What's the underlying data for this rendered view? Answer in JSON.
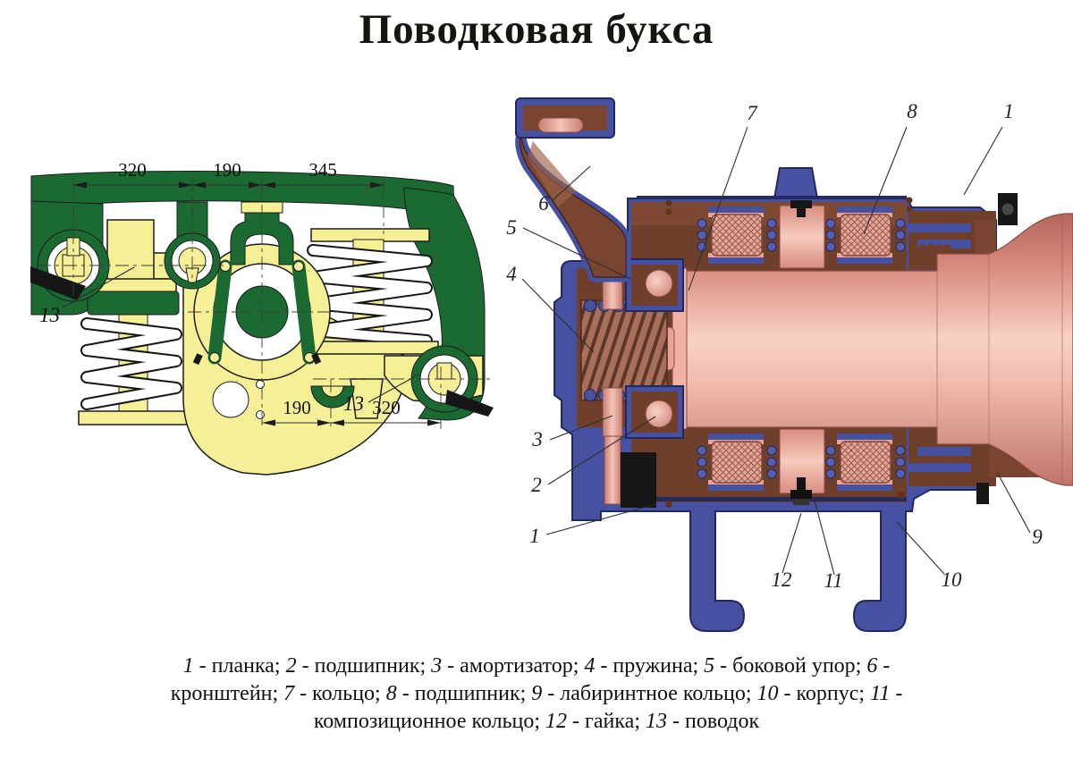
{
  "title": "Поводковая букса",
  "left_view": {
    "dims_top": [
      "320",
      "190",
      "345"
    ],
    "dims_bottom": [
      "190",
      "320"
    ],
    "part_labels": [
      "13",
      "13"
    ]
  },
  "section_view": {
    "callouts": [
      "6",
      "7",
      "8",
      "1",
      "5",
      "4",
      "3",
      "2",
      "1",
      "12",
      "11",
      "10",
      "9"
    ]
  },
  "legend": {
    "lines": [
      "1 - планка; 2 - подшипник; 3 - амортизатор; 4 - пружина; 5 - боковой упор; 6 -",
      "кронштейн; 7 - кольцо; 8 - подшипник; 9 - лабиринтное кольцо; 10 - корпус; 11 -",
      "композиционное кольцо; 12 - гайка; 13 - поводок"
    ],
    "parts": [
      {
        "num": "1",
        "name": "планка"
      },
      {
        "num": "2",
        "name": "подшипник"
      },
      {
        "num": "3",
        "name": "амортизатор"
      },
      {
        "num": "4",
        "name": "пружина"
      },
      {
        "num": "5",
        "name": "боковой упор"
      },
      {
        "num": "6",
        "name": "кронштейн"
      },
      {
        "num": "7",
        "name": "кольцо"
      },
      {
        "num": "8",
        "name": "подшипник"
      },
      {
        "num": "9",
        "name": "лабиринтное кольцо"
      },
      {
        "num": "10",
        "name": "корпус"
      },
      {
        "num": "11",
        "name": "композиционное кольцо"
      },
      {
        "num": "12",
        "name": "гайка"
      },
      {
        "num": "13",
        "name": "поводок"
      }
    ]
  },
  "colors": {
    "frame_green": "#1b6a32",
    "body_yellow": "#f5f095",
    "housing_blue": "#4751a1",
    "outline_navy": "#23285e",
    "bracket_brown": "#7a4530",
    "chamber_brown": "#6e3f2b",
    "shaft_pink": "#eda295",
    "roller_pink": "#dfa094",
    "ink": "#141414"
  }
}
